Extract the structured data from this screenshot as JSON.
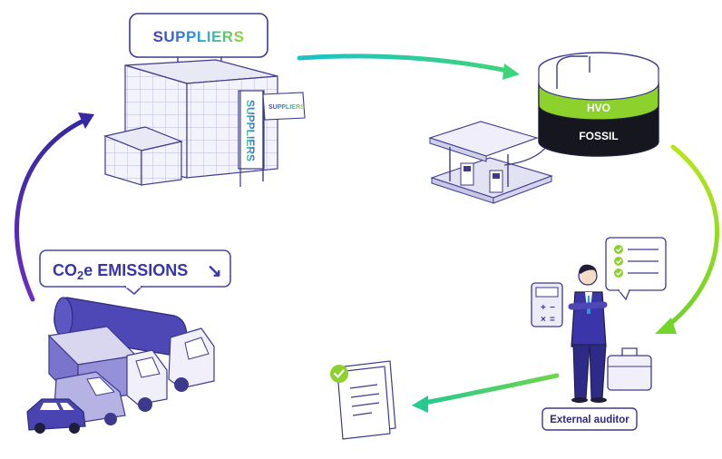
{
  "suppliers": {
    "title": "SUPPLIERS",
    "flag_label": "SUPPLIERS",
    "banner_label": "SUPPLIERS",
    "colors": {
      "start": "#4a3ab8",
      "mid": "#2a9de0",
      "end": "#8fdc2a"
    }
  },
  "tank": {
    "top_layer": "HVO",
    "bottom_layer": "FOSSIL",
    "colors": {
      "hvo": "#8cd12c",
      "fossil": "#16161e"
    }
  },
  "emissions": {
    "label_prefix": "CO",
    "label_sub": "2",
    "label_suffix": "e EMISSIONS",
    "arrow_glyph": "↘"
  },
  "auditor": {
    "label": "External auditor"
  },
  "flow_colors": {
    "purple": "#4f2ea8",
    "teal": "#1cc0c8",
    "green": "#3ed47a",
    "lime": "#9ddb25"
  }
}
